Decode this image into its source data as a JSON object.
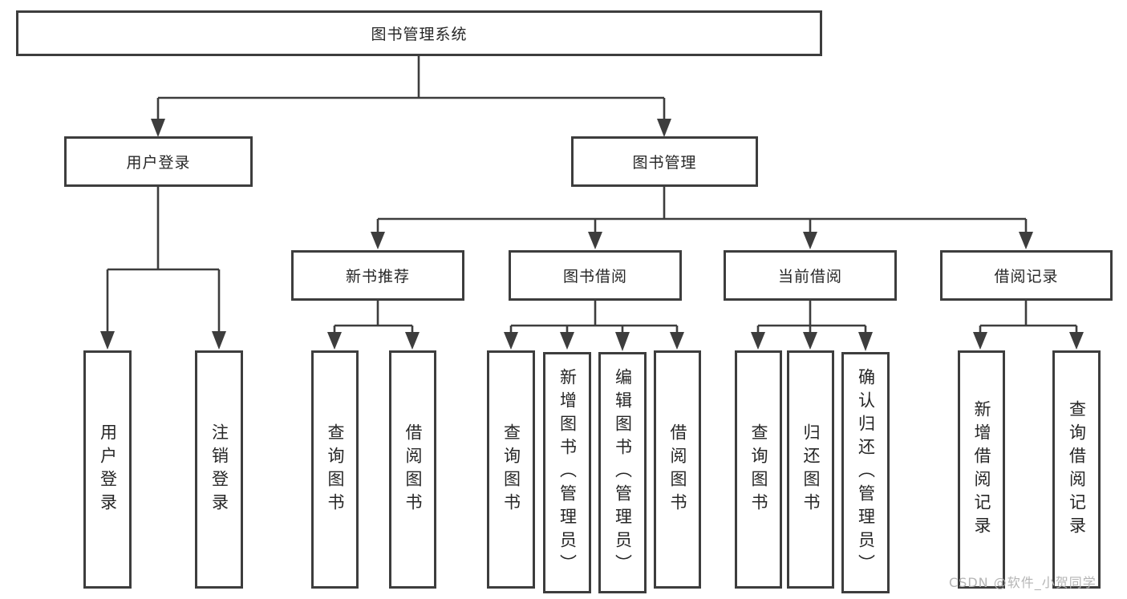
{
  "colors": {
    "line": "#3d3d3d",
    "text": "#262626",
    "box_bg": "#ffffff",
    "watermark": "#b5b5b5"
  },
  "root": {
    "label": "图书管理系统"
  },
  "level2": {
    "user_login": {
      "label": "用户登录"
    },
    "book_mgmt": {
      "label": "图书管理"
    }
  },
  "level3": {
    "new_books": {
      "label": "新书推荐"
    },
    "borrow": {
      "label": "图书借阅"
    },
    "current": {
      "label": "当前借阅"
    },
    "records": {
      "label": "借阅记录"
    }
  },
  "leaves": {
    "user_login_children": [
      {
        "label": "用户登录"
      },
      {
        "label": "注销登录"
      }
    ],
    "new_books_children": [
      {
        "label": "查询图书"
      },
      {
        "label": "借阅图书"
      }
    ],
    "borrow_children": [
      {
        "label": "查询图书"
      },
      {
        "label": "新增图书（管理员）"
      },
      {
        "label": "编辑图书（管理员）"
      },
      {
        "label": "借阅图书"
      }
    ],
    "current_children": [
      {
        "label": "查询图书"
      },
      {
        "label": "归还图书"
      },
      {
        "label": "确认归还（管理员）"
      }
    ],
    "records_children": [
      {
        "label": "新增借阅记录"
      },
      {
        "label": "查询借阅记录"
      }
    ]
  },
  "watermark": {
    "text": "CSDN @软件_小贺同学"
  }
}
